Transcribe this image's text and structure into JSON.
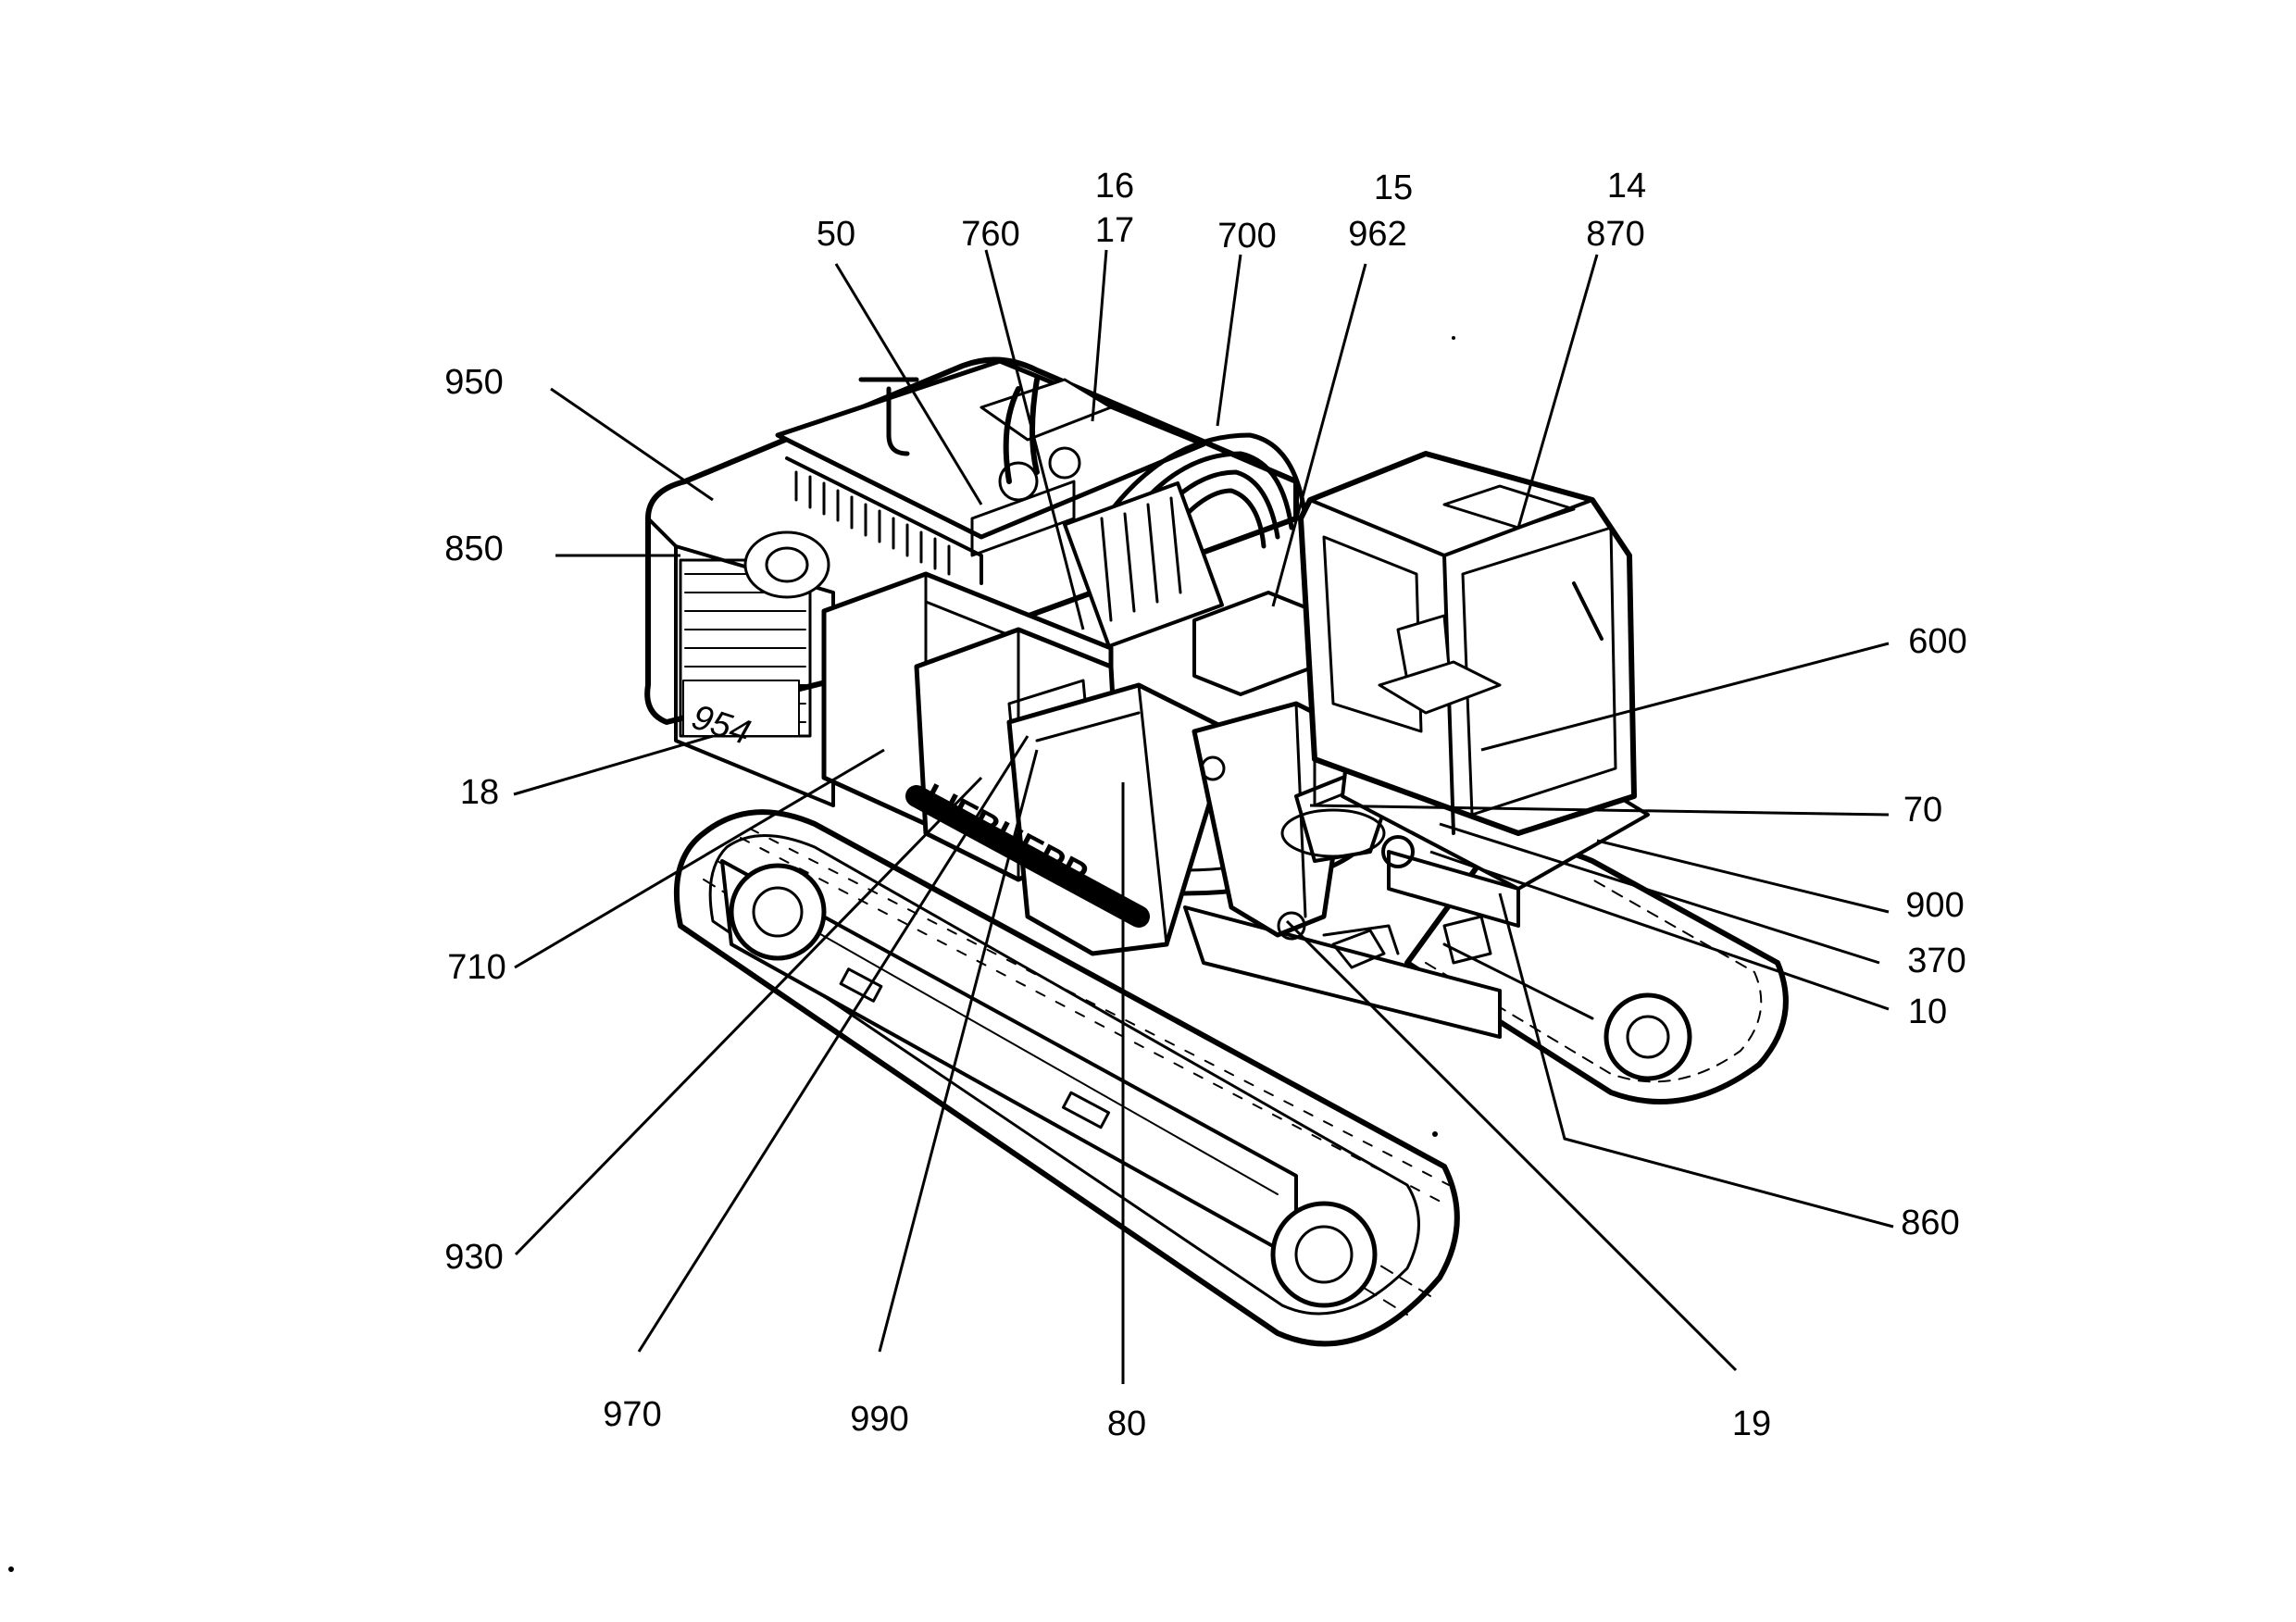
{
  "machine_badge": "954",
  "brand_on_body": "LIEBHERR",
  "callouts": [
    {
      "id": "c950",
      "label": "950"
    },
    {
      "id": "c850",
      "label": "850"
    },
    {
      "id": "c18",
      "label": "18"
    },
    {
      "id": "c710",
      "label": "710"
    },
    {
      "id": "c930",
      "label": "930"
    },
    {
      "id": "c970",
      "label": "970"
    },
    {
      "id": "c990",
      "label": "990"
    },
    {
      "id": "c80",
      "label": "80"
    },
    {
      "id": "c19",
      "label": "19"
    },
    {
      "id": "c860",
      "label": "860"
    },
    {
      "id": "c10",
      "label": "10"
    },
    {
      "id": "c370",
      "label": "370"
    },
    {
      "id": "c900",
      "label": "900"
    },
    {
      "id": "c70",
      "label": "70"
    },
    {
      "id": "c600",
      "label": "600"
    },
    {
      "id": "c14",
      "label": "14"
    },
    {
      "id": "c870",
      "label": "870"
    },
    {
      "id": "c15",
      "label": "15"
    },
    {
      "id": "c962",
      "label": "962"
    },
    {
      "id": "c700",
      "label": "700"
    },
    {
      "id": "c16",
      "label": "16"
    },
    {
      "id": "c17",
      "label": "17"
    },
    {
      "id": "c760",
      "label": "760"
    },
    {
      "id": "c50",
      "label": "50"
    }
  ]
}
